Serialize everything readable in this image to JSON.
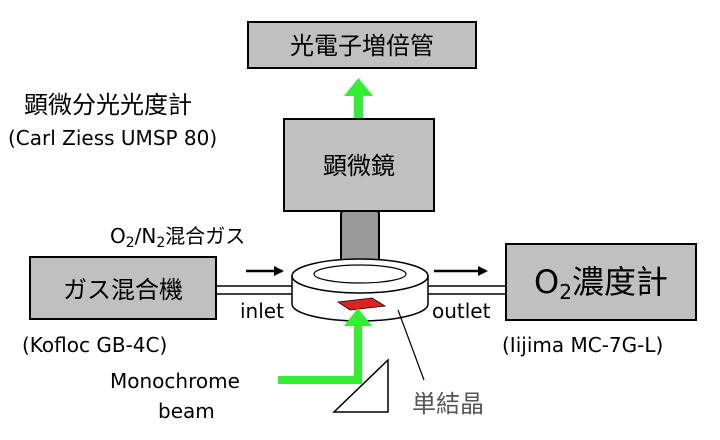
{
  "photomultiplier": {
    "label": "光電子増倍管"
  },
  "spectrophotometer": {
    "label": "顕微分光光度計",
    "model": "(Carl Ziess UMSP 80)"
  },
  "microscope": {
    "label": "顕微鏡"
  },
  "gas_flow": {
    "o_symbol": "O",
    "o_sub": "2",
    "slash_n": "/N",
    "n_sub": "2",
    "label_suffix": "混合ガス"
  },
  "gas_mixer": {
    "label": "ガス混合機",
    "model": "(Kofloc GB-4C)"
  },
  "o2_meter": {
    "o_symbol": "O",
    "o_sub": "2",
    "label_suffix": "濃度計",
    "model": "(Iijima MC-7G-L)"
  },
  "inlet_label": "inlet",
  "outlet_label": "outlet",
  "beam": {
    "line1": "Monochrome",
    "line2": "beam"
  },
  "crystal_label": "単結晶",
  "colors": {
    "beam": "#33ee33",
    "crystal": "#dd2222",
    "box_fill": "#c0c0c0"
  }
}
